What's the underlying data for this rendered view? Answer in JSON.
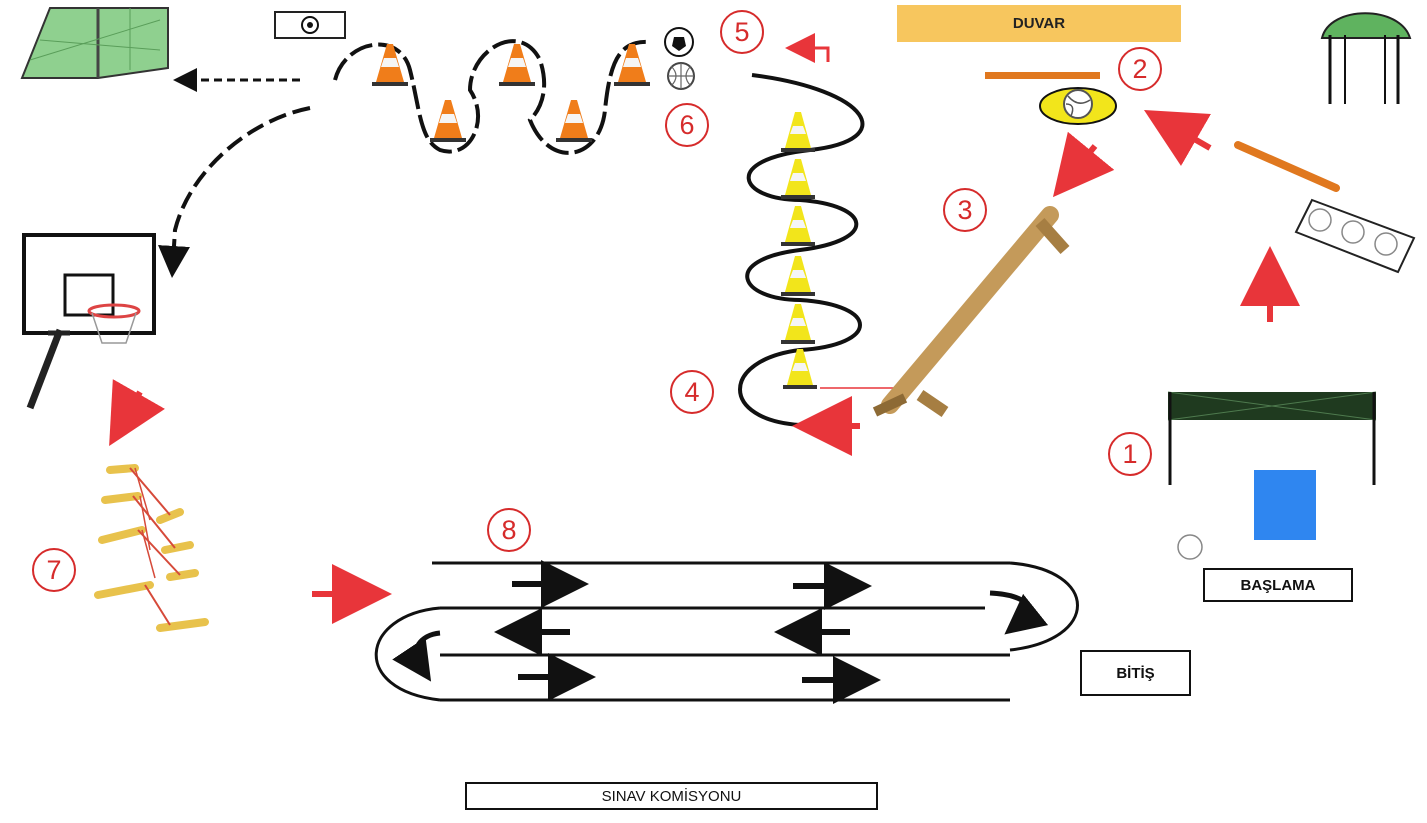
{
  "labels": {
    "wall": "DUVAR",
    "start": "BAŞLAMA",
    "finish": "BİTİŞ",
    "committee": "SINAV KOMİSYONU"
  },
  "stations": [
    "1",
    "2",
    "3",
    "4",
    "5",
    "6",
    "7",
    "8"
  ],
  "colors": {
    "arrow_red": "#e8353a",
    "number_red": "#d62b2b",
    "wall_orange": "#f7c65e",
    "goal_green": "#6fbf73",
    "mat_blue": "#2f86f0",
    "cone_orange": "#f07d1a",
    "cone_yellow": "#f2e51b",
    "hurdle_yellow": "#e8c24c",
    "beam_wood": "#c49a5a"
  },
  "icons": [
    "football-icon",
    "volleyball-icon",
    "basketball-icon",
    "handball-icon"
  ]
}
